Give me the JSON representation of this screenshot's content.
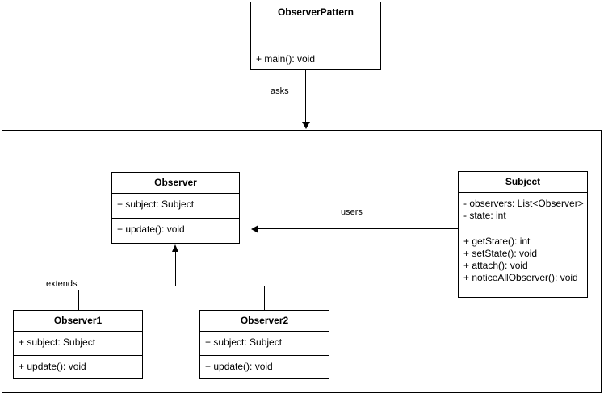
{
  "diagram": {
    "title": "ObserverPattern",
    "type": "uml-class-diagram"
  },
  "classes": {
    "observer_pattern": {
      "name": "ObserverPattern",
      "attributes": [],
      "methods": [
        "+ main(): void"
      ]
    },
    "observer": {
      "name": "Observer",
      "attributes": [
        "+ subject: Subject"
      ],
      "methods": [
        "+ update(): void"
      ]
    },
    "subject": {
      "name": "Subject",
      "attributes": [
        "- observers: List<Observer>",
        "- state: int"
      ],
      "methods": [
        "+ getState(): int",
        "+ setState(): void",
        "+ attach(): void",
        "+ noticeAllObserver(): void"
      ]
    },
    "observer1": {
      "name": "Observer1",
      "attributes": [
        "+ subject: Subject"
      ],
      "methods": [
        "+ update(): void"
      ]
    },
    "observer2": {
      "name": "Observer2",
      "attributes": [
        "+ subject: Subject"
      ],
      "methods": [
        "+ update(): void"
      ]
    }
  },
  "edges": {
    "asks": {
      "label": "asks",
      "from": "ObserverPattern",
      "to": "package"
    },
    "users": {
      "label": "users",
      "from": "Subject",
      "to": "Observer"
    },
    "extends": {
      "label": "extends",
      "from": "Observer1, Observer2",
      "to": "Observer"
    }
  },
  "colors": {
    "stroke": "#000000",
    "fill": "#ffffff",
    "text": "#000000"
  }
}
